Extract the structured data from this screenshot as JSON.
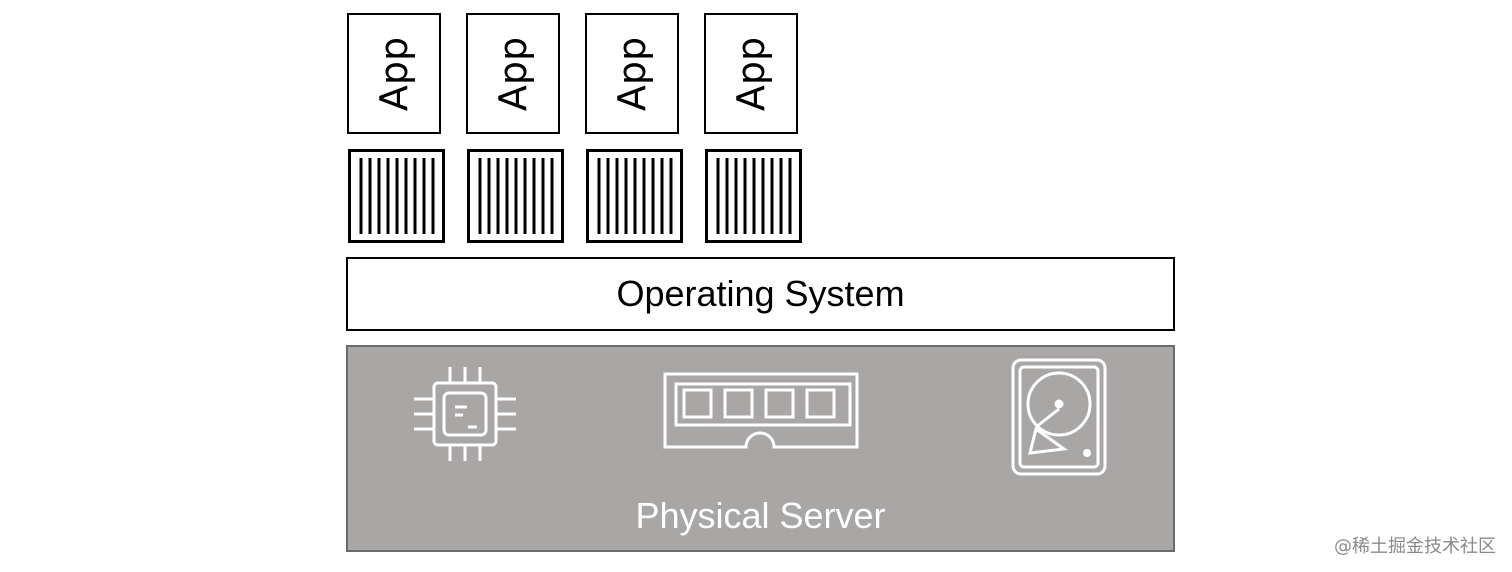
{
  "apps": [
    {
      "label": "App"
    },
    {
      "label": "App"
    },
    {
      "label": "App"
    },
    {
      "label": "App"
    }
  ],
  "operating_system": {
    "label": "Operating System"
  },
  "physical_server": {
    "label": "Physical Server",
    "hardware_icons": [
      "cpu-icon",
      "memory-icon",
      "hard-disk-icon"
    ],
    "color": "#a9a6a6"
  },
  "watermark": "@稀土掘金技术社区"
}
